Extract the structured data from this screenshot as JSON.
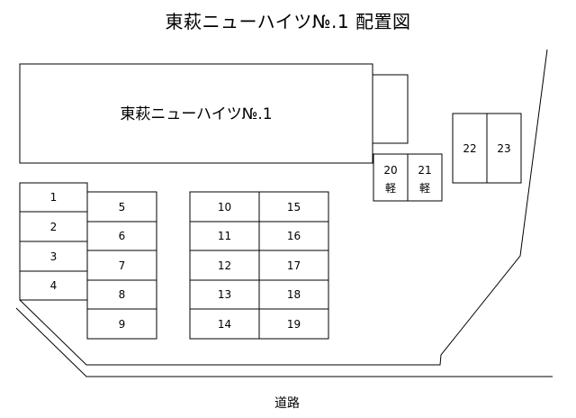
{
  "title": "東萩ニューハイツ№.1 配置図",
  "building": {
    "label": "東萩ニューハイツ№.1"
  },
  "road": {
    "label": "道路"
  },
  "spaces": [
    {
      "id": "1",
      "label": "1",
      "sub": ""
    },
    {
      "id": "2",
      "label": "2",
      "sub": ""
    },
    {
      "id": "3",
      "label": "3",
      "sub": ""
    },
    {
      "id": "4",
      "label": "4",
      "sub": ""
    },
    {
      "id": "5",
      "label": "5",
      "sub": ""
    },
    {
      "id": "6",
      "label": "6",
      "sub": ""
    },
    {
      "id": "7",
      "label": "7",
      "sub": ""
    },
    {
      "id": "8",
      "label": "8",
      "sub": ""
    },
    {
      "id": "9",
      "label": "9",
      "sub": ""
    },
    {
      "id": "10",
      "label": "10",
      "sub": ""
    },
    {
      "id": "11",
      "label": "11",
      "sub": ""
    },
    {
      "id": "12",
      "label": "12",
      "sub": ""
    },
    {
      "id": "13",
      "label": "13",
      "sub": ""
    },
    {
      "id": "14",
      "label": "14",
      "sub": ""
    },
    {
      "id": "15",
      "label": "15",
      "sub": ""
    },
    {
      "id": "16",
      "label": "16",
      "sub": ""
    },
    {
      "id": "17",
      "label": "17",
      "sub": ""
    },
    {
      "id": "18",
      "label": "18",
      "sub": ""
    },
    {
      "id": "19",
      "label": "19",
      "sub": ""
    },
    {
      "id": "20",
      "label": "20",
      "sub": "軽"
    },
    {
      "id": "21",
      "label": "21",
      "sub": "軽"
    },
    {
      "id": "22",
      "label": "22",
      "sub": ""
    },
    {
      "id": "23",
      "label": "23",
      "sub": ""
    }
  ]
}
